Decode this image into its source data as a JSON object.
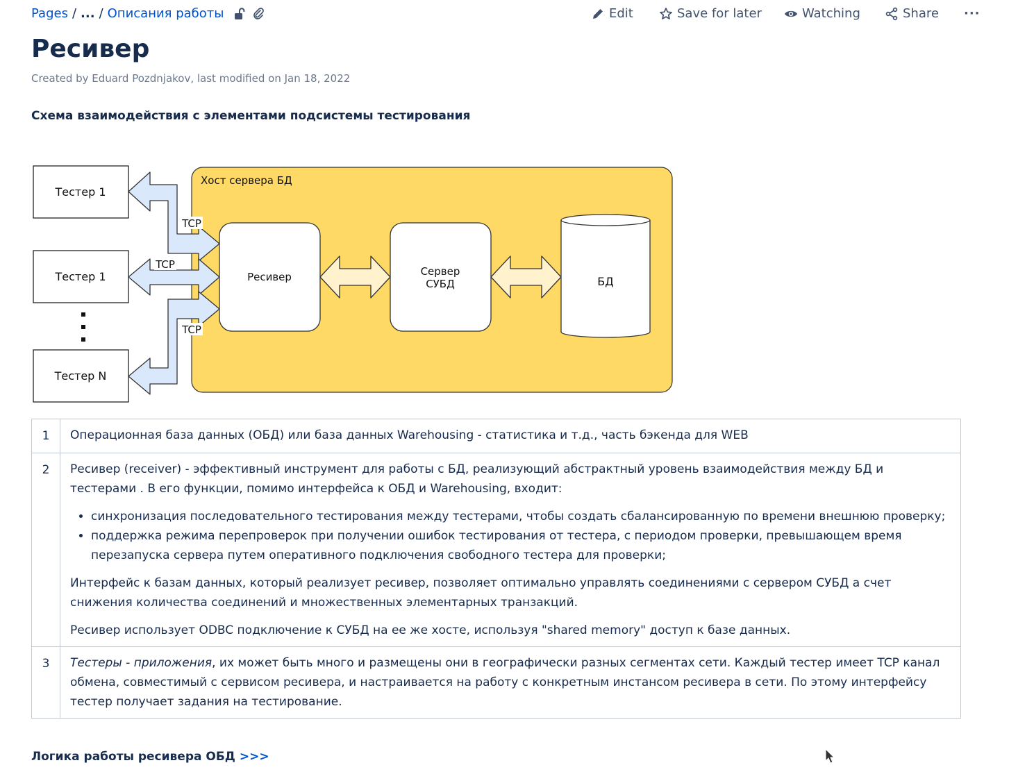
{
  "breadcrumb": {
    "root": "Pages",
    "separator": "/",
    "ellipsis": "...",
    "current": "Описания работы"
  },
  "icons": {
    "restrictions": "unlock-icon",
    "attachments": "paperclip-icon"
  },
  "actions": {
    "edit": "Edit",
    "save_for_later": "Save for later",
    "watching": "Watching",
    "share": "Share",
    "more": "···"
  },
  "page": {
    "title": "Ресивер",
    "byline": "Created by Eduard Pozdnjakov, last modified on Jan 18, 2022",
    "section_title": "Схема взаимодействия с элементами подсистемы тестирования"
  },
  "diagram": {
    "host_label": "Хост сервера БД",
    "tester_1a": "Тестер 1",
    "tester_1b": "Тестер 1",
    "tester_n": "Тестер N",
    "tcp_top": "TCP",
    "tcp_mid": "TCP",
    "tcp_bottom": "TCP",
    "receiver": "Ресивер",
    "dbms_line1": "Сервер",
    "dbms_line2": "СУБД",
    "db": "БД",
    "colors": {
      "host_fill": "#ffd966",
      "tcp_arrow_fill": "#dae8fc",
      "inner_arrow_fill": "#fff2cc"
    }
  },
  "notes": {
    "rows": [
      {
        "num": "1",
        "text": "Операционная база данных (ОБД) или база данных Warehousing - статистика и т.д., часть бэкенда для WEB"
      },
      {
        "num": "2",
        "intro": "Ресивер (receiver) - эффективный инструмент для работы с БД, реализующий абстрактный уровень взаимодействия между БД и тестерами . В его функции, помимо интерфейса к ОБД и Warehousing, входит:",
        "bullets": [
          "синхронизация последовательного тестирования между тестерами, чтобы создать сбалансированную по времени внешнюю проверку;",
          "поддержка режима перепроверок при получении ошибок тестирования от тестера, с периодом проверки, превышающем время перезапуска сервера путем оперативного подключения свободного тестера для проверки;"
        ],
        "para1": "Интерфейс к базам данных, который реализует ресивер, позволяет оптимально управлять соединениями с сервером СУБД а счет снижения количества соединений и множественных элементарных транзакций.",
        "para2": "Ресивер использует ODBC подключение к СУБД на ее же хосте, используя \"shared memory\" доступ к базе данных."
      },
      {
        "num": "3",
        "italic": "Тестеры - приложения",
        "text": ", их может быть много и размещены они в географически разных сегментах сети. Каждый тестер имеет TCP канал обмена, совместимый с сервисом ресивера, и настраивается на работу с конкретным инстансом ресивера в сети. По этому интерфейсу тестер получает задания на тестирование."
      }
    ]
  },
  "footer": {
    "link_text": "Логика работы ресивера ОБД",
    "arrows": ">>>"
  }
}
